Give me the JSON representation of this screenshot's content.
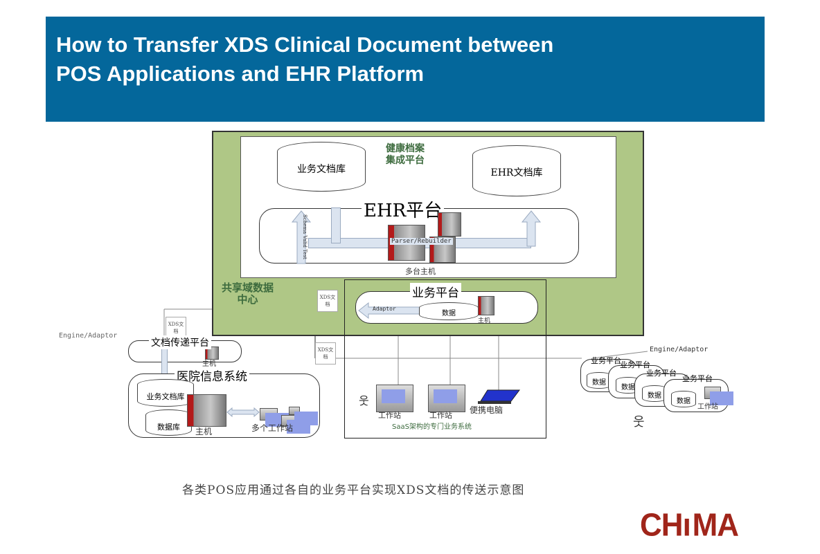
{
  "header": {
    "title_line1": "How to Transfer XDS Clinical Document between",
    "title_line2": "POS Applications and EHR Platform",
    "background": "#04679b"
  },
  "diagram": {
    "shared_domain_label": "共享域数据中心",
    "ehr_integration_label": "健康档案集成平台",
    "business_doc_store": "业务文档库",
    "ehr_doc_store": "EHR文档库",
    "ehr_platform": "EHR平台",
    "schema_valid_test": "Schema Valid Test",
    "parser_rebuilder": "Parser/Rebuilder",
    "multiple_hosts": "多台主机",
    "business_platform": "业务平台",
    "adaptor": "Adaptor",
    "data": "数据",
    "host": "主机",
    "xds_doc": "XDS文档",
    "engine_adaptor": "Engine/Adaptor",
    "doc_transfer_platform": "文档传递平台",
    "hospital_info_system": "医院信息系统",
    "database": "数据库",
    "multiple_workstations": "多个工作站",
    "workstation": "工作站",
    "laptop": "便携电脑",
    "saas_system": "SaaS架构的专门业务系统",
    "caption": "各类POS应用通过各自的业务平台实现XDS文档的传送示意图"
  },
  "logo": {
    "text": "CHIMA",
    "color": "#a0251a"
  }
}
